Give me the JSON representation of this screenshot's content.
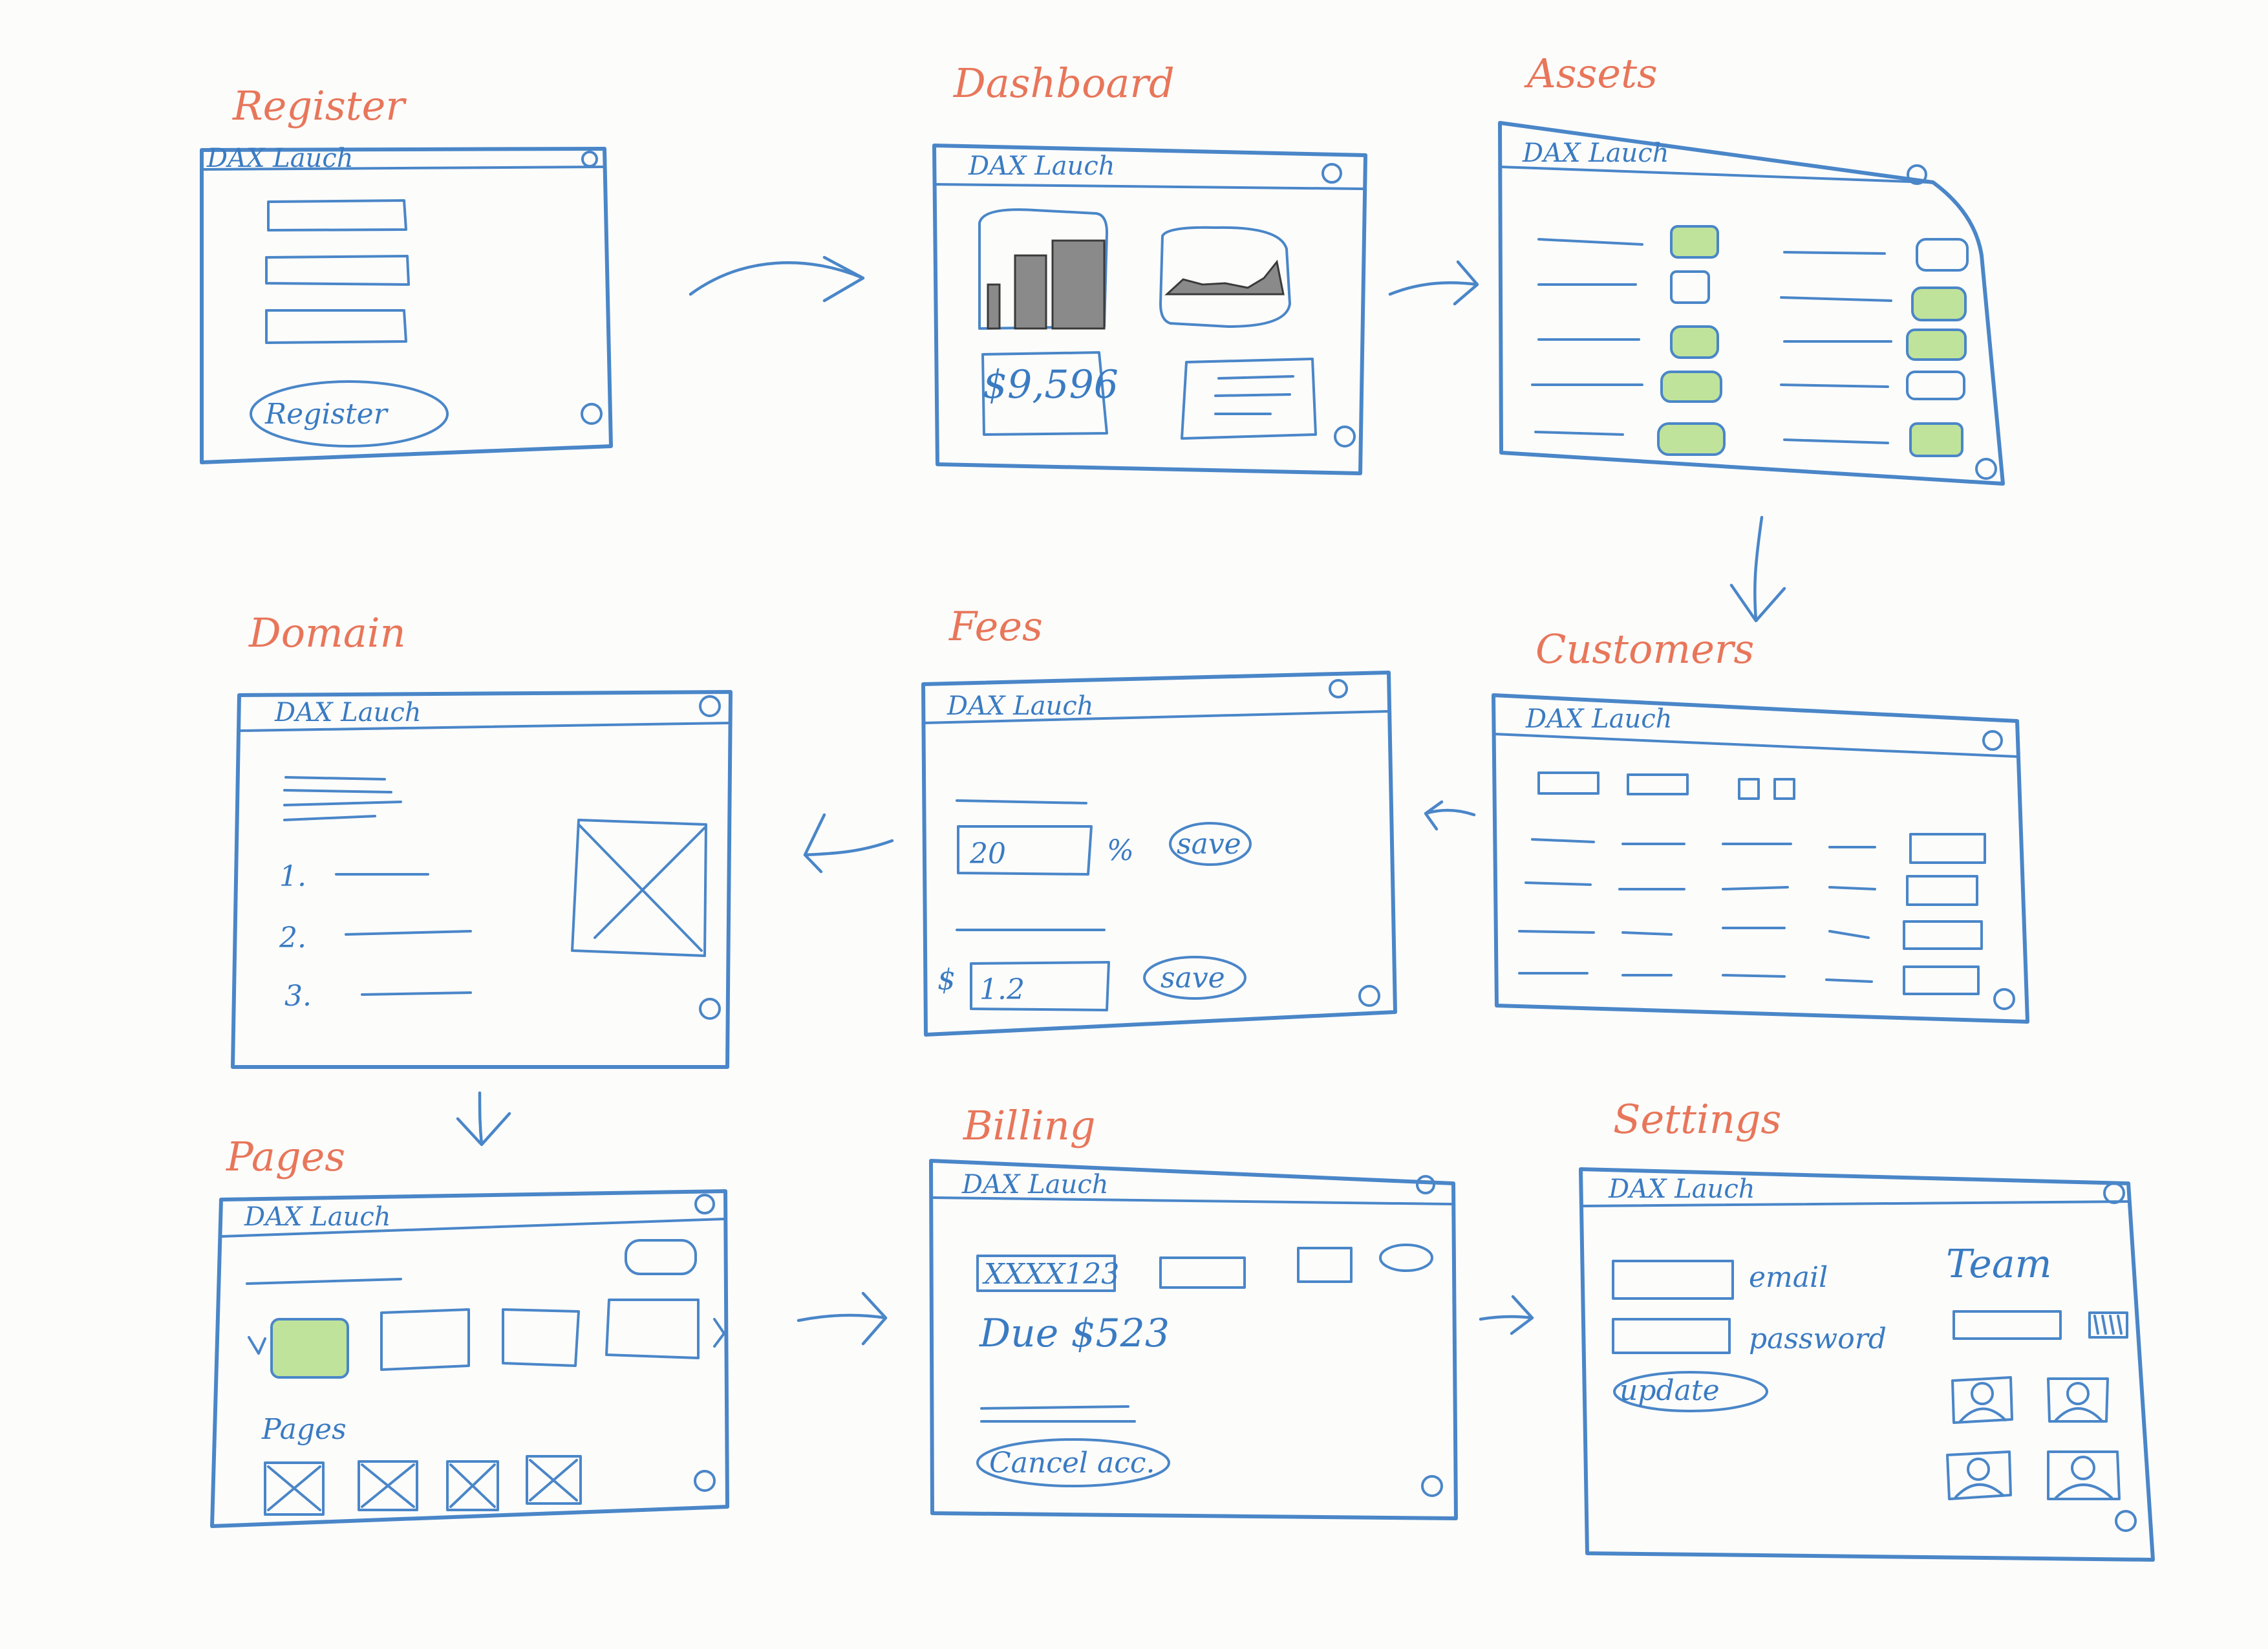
{
  "app_name": "DAX Lauch",
  "screens": {
    "register": {
      "title": "Register",
      "button": "Register"
    },
    "dashboard": {
      "title": "Dashboard",
      "amount": "$9,596"
    },
    "assets": {
      "title": "Assets"
    },
    "customers": {
      "title": "Customers"
    },
    "fees": {
      "title": "Fees",
      "percent_value": "20",
      "percent_symbol": "%",
      "dollar_symbol": "$",
      "dollar_value": "1.2",
      "save_label": "save"
    },
    "domain": {
      "title": "Domain",
      "list": [
        "1.",
        "2.",
        "3."
      ]
    },
    "pages": {
      "title": "Pages",
      "pages_label": "Pages"
    },
    "billing": {
      "title": "Billing",
      "card": "XXXX123",
      "due": "Due $523",
      "cancel_button": "Cancel acc."
    },
    "settings": {
      "title": "Settings",
      "email_label": "email",
      "password_label": "password",
      "update_button": "update",
      "team_label": "Team"
    }
  },
  "colors": {
    "ink": "#4a86c8",
    "title": "#e8765a",
    "highlight": "#bfe39a"
  }
}
